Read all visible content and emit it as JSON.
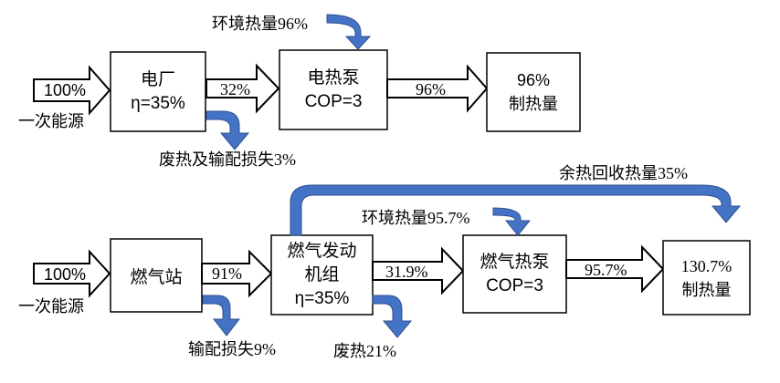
{
  "top": {
    "input": "100%",
    "input_label": "一次能源",
    "power_plant": {
      "name": "电厂",
      "efficiency": "η=35%"
    },
    "flow_electricity": "32%",
    "ambient_heat": "环境热量96%",
    "heat_pump": {
      "name": "电热泵",
      "cop": "COP=3"
    },
    "flow_heat": "96%",
    "output": {
      "value": "96%",
      "label": "制热量"
    },
    "loss": "废热及输配损失3%"
  },
  "bottom": {
    "input": "100%",
    "input_label": "一次能源",
    "gas_station": {
      "name": "燃气站"
    },
    "flow_gas": "91%",
    "engine": {
      "line1": "燃气发动",
      "line2": "机组",
      "efficiency": "η=35%"
    },
    "flow_power": "31.9%",
    "ambient_heat": "环境热量95.7%",
    "recovery": "余热回收热量35%",
    "heat_pump": {
      "name": "燃气热泵",
      "cop": "COP=3"
    },
    "flow_heat": "95.7%",
    "output": {
      "value": "130.7%",
      "label": "制热量"
    },
    "loss_transport": "输配损失9%",
    "loss_waste": "废热21%"
  },
  "colors": {
    "blue_arrow": "#4472C4",
    "box_border": "#000000"
  }
}
